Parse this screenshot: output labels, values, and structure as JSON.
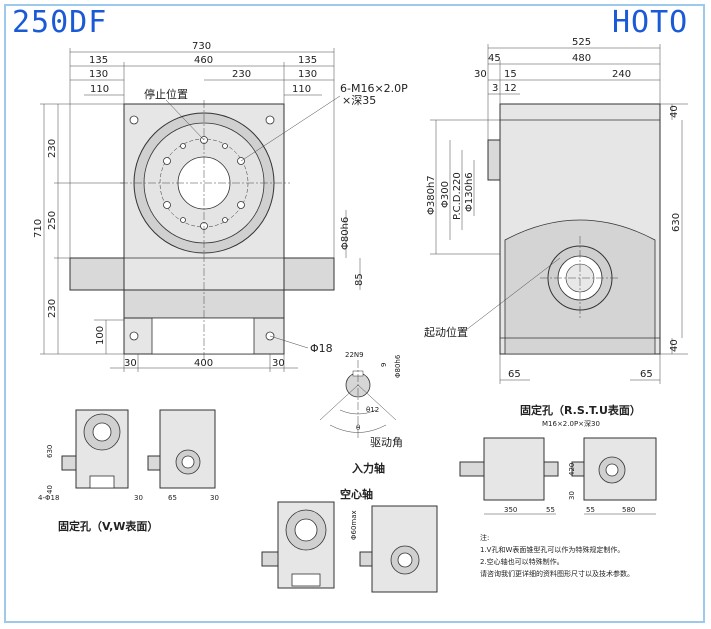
{
  "header": {
    "model": "250DF",
    "brand": "HOTO"
  },
  "front_view": {
    "dims_top": [
      "730",
      "135",
      "460",
      "135",
      "130",
      "230",
      "130",
      "110",
      "110"
    ],
    "stop_position": "停止位置",
    "bolt_spec": "6-M16×2.0P",
    "bolt_depth": "×深35",
    "dims_left": [
      "230",
      "710",
      "250",
      "230",
      "100"
    ],
    "dims_right": [
      "Φ80h6",
      "85"
    ],
    "dims_bottom": [
      "30",
      "400",
      "30"
    ],
    "hole_dia": "Φ18"
  },
  "side_view": {
    "dims_top": [
      "525",
      "45",
      "480",
      "30",
      "15",
      "240",
      "3",
      "12"
    ],
    "dims_left": [
      "Φ380h7",
      "Φ300",
      "P.C.D.220",
      "Φ130h6"
    ],
    "dims_right": [
      "40",
      "630",
      "40"
    ],
    "start_position": "起动位置",
    "dims_bottom": [
      "65",
      "65"
    ]
  },
  "shaft_detail": {
    "key_width": "22N9",
    "key_depth": "9",
    "shaft_dia": "Φ80h6",
    "angle_1": "θ12",
    "angle_2": "θ",
    "drive_angle": "驱动角",
    "title": "入力轴"
  },
  "small_views": {
    "left_dims": [
      "630",
      "40",
      "4-Φ18",
      "30",
      "65",
      "30"
    ],
    "left_caption": "固定孔（V,W表面）",
    "hollow_title": "空心轴",
    "hollow_dim": "Φ60max",
    "rstu_title": "固定孔（R.S.T.U表面）",
    "rstu_spec": "M16×2.0P×深30",
    "rstu_dims": [
      "350",
      "55",
      "420",
      "30",
      "55",
      "580"
    ]
  },
  "notes": {
    "heading": "注:",
    "line1": "1.V孔和W表面锥型孔可以作为特殊规定制作。",
    "line2": "2.空心轴也可以特殊制作。",
    "line3": "请咨询我们更详细的资料图形尺寸以及技术参数。"
  }
}
